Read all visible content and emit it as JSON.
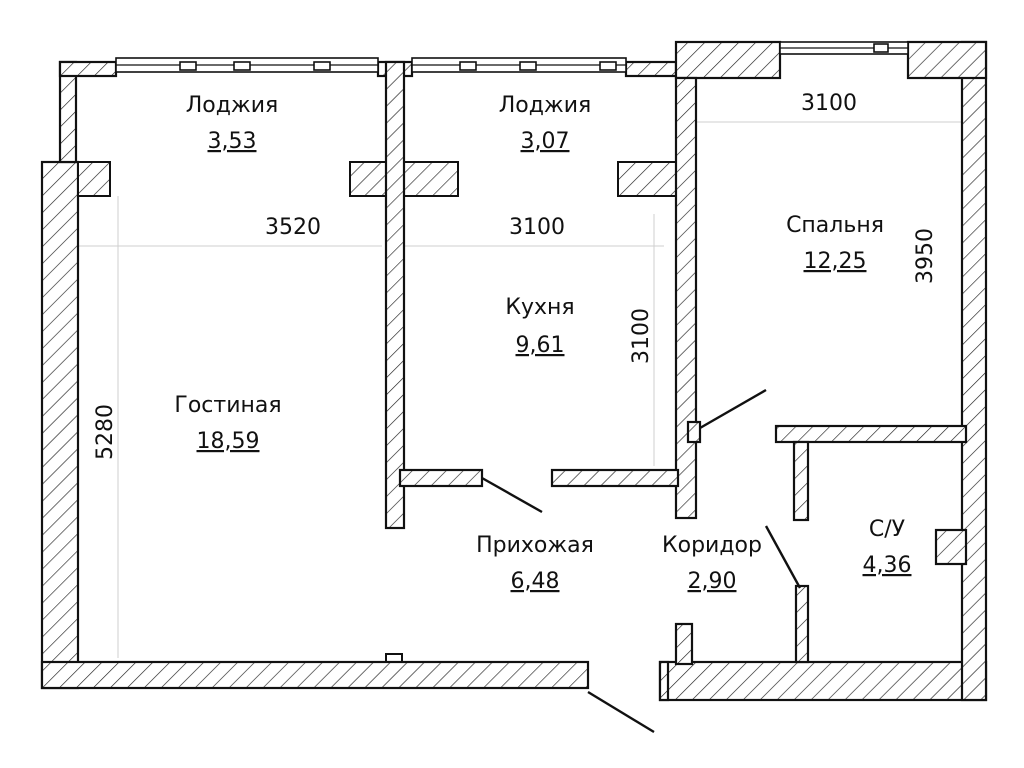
{
  "rooms": [
    {
      "name": "Лоджия",
      "area": "3,53"
    },
    {
      "name": "Лоджия",
      "area": "3,07"
    },
    {
      "name": "Спальня",
      "area": "12,25"
    },
    {
      "name": "Кухня",
      "area": "9,61"
    },
    {
      "name": "Гостиная",
      "area": "18,59"
    },
    {
      "name": "Прихожая",
      "area": "6,48"
    },
    {
      "name": "Коридор",
      "area": "2,90"
    },
    {
      "name": "С/У",
      "area": "4,36"
    }
  ],
  "dimensions": {
    "living_width": "3520",
    "kitchen_width": "3100",
    "kitchen_depth": "3100",
    "bedroom_width": "3100",
    "bedroom_depth": "3950",
    "living_depth": "5280"
  }
}
